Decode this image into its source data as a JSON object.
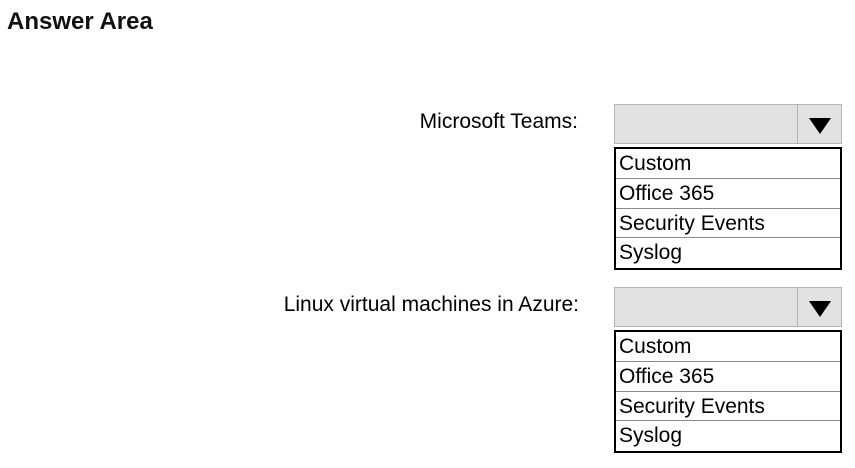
{
  "answer_area": {
    "title": "Answer Area"
  },
  "questions": [
    {
      "label": "Microsoft Teams:",
      "selected": "",
      "options": [
        "Custom",
        "Office 365",
        "Security Events",
        "Syslog"
      ]
    },
    {
      "label": "Linux virtual machines in Azure:",
      "selected": "",
      "options": [
        "Custom",
        "Office 365",
        "Security Events",
        "Syslog"
      ]
    }
  ],
  "icons": {
    "dropdown_arrow": "triangle-down-icon"
  },
  "colors": {
    "dropdown_background": "#e2e2e2",
    "dropdown_border": "#b5b5b5",
    "list_border": "#000000"
  }
}
